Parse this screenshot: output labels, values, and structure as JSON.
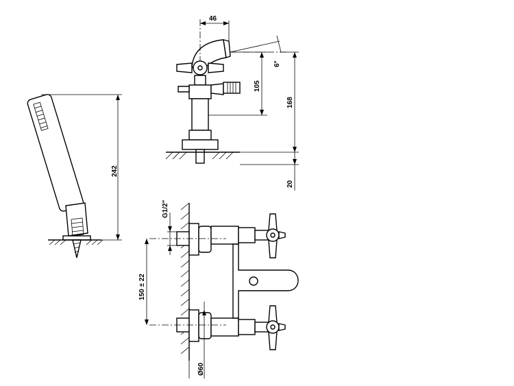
{
  "dimensions": {
    "top_width": "46",
    "angle": "6°",
    "height_spout": "105",
    "height_total": "168",
    "base_thickness": "20",
    "shower_length": "242",
    "thread": "G1/2\"",
    "inlet_distance": "150 ± 22",
    "flange_diameter": "Ø60"
  }
}
